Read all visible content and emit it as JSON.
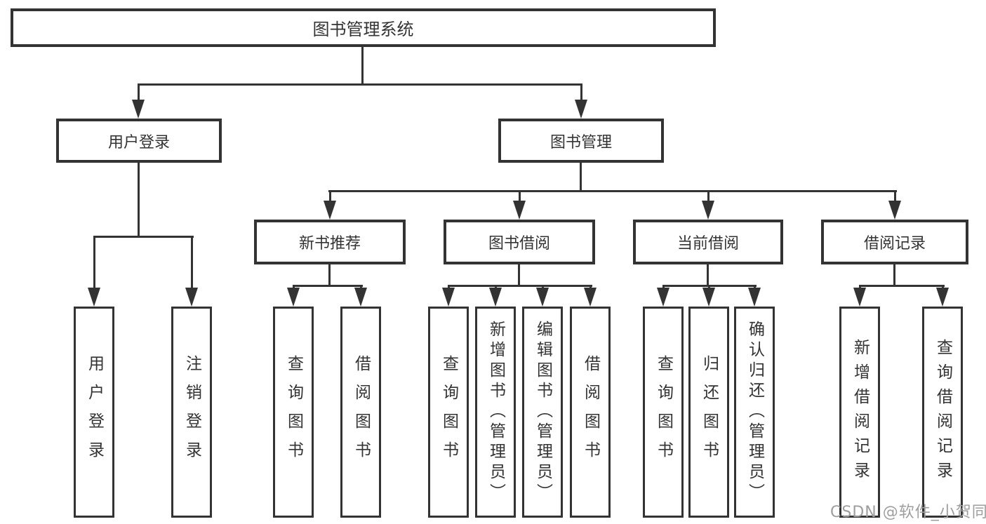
{
  "diagram": {
    "root": "图书管理系统",
    "branches": [
      {
        "label": "用户登录",
        "children": [
          "用户登录",
          "注销登录"
        ]
      },
      {
        "label": "图书管理",
        "children": [
          {
            "label": "新书推荐",
            "children": [
              "查询图书",
              "借阅图书"
            ]
          },
          {
            "label": "图书借阅",
            "children": [
              "查询图书",
              "新增图书（管理员）",
              "编辑图书（管理员）",
              "借阅图书"
            ]
          },
          {
            "label": "当前借阅",
            "children": [
              "查询图书",
              "归还图书",
              "确认归还（管理员）"
            ]
          },
          {
            "label": "借阅记录",
            "children": [
              "新增借阅记录",
              "查询借阅记录"
            ]
          }
        ]
      }
    ]
  },
  "watermark": "CSDN @软件_小贺同学",
  "colors": {
    "line": "#333333",
    "box_background": "#ffffff",
    "watermark": "#9e9e9e",
    "page_background": "#ffffff"
  }
}
